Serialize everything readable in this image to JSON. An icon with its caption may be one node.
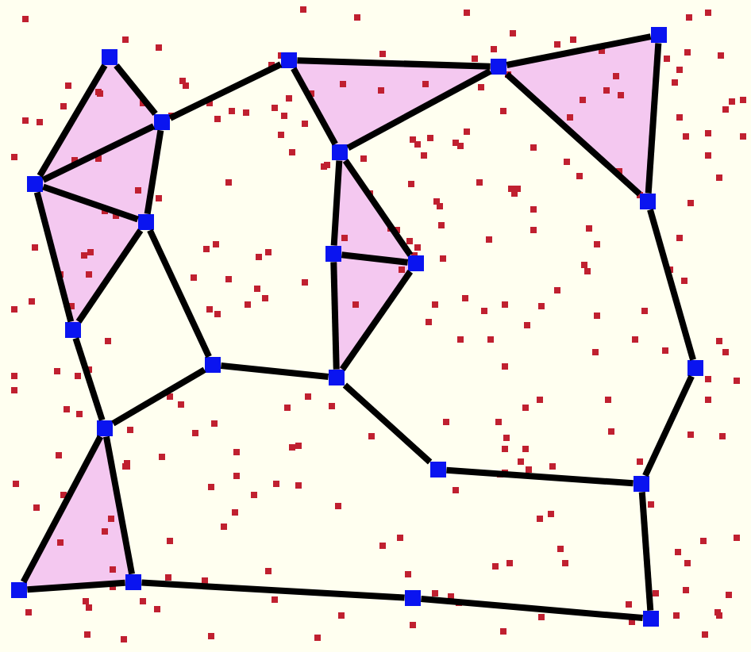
{
  "diagram": {
    "nodes": [
      {
        "text": [],
        "shape": "box"
      },
      {
        "text": [],
        "shape": "box"
      },
      {
        "text": [],
        "shape": "box"
      },
      {
        "text": [],
        "shape": "box"
      },
      {
        "text": [],
        "shape": "box"
      },
      {
        "text": [],
        "shape": "box"
      },
      {
        "text": [],
        "shape": "box"
      },
      {
        "text": [],
        "shape": "box"
      },
      {
        "text": [],
        "shape": "box"
      },
      {
        "text": [],
        "shape": "box"
      },
      {
        "text": [],
        "shape": "box"
      },
      {
        "text": [],
        "shape": "box"
      },
      {
        "text": [],
        "shape": "box"
      },
      {
        "text": [],
        "shape": "box"
      },
      {
        "text": [],
        "shape": "box"
      },
      {
        "text": [],
        "shape": "box"
      },
      {
        "text": [],
        "shape": "box"
      },
      {
        "text": [],
        "shape": "box"
      },
      {
        "text": [],
        "shape": "box"
      },
      {
        "text": [],
        "shape": "box"
      },
      {
        "text": [],
        "shape": "box"
      },
      {
        "text": [],
        "shape": "box"
      }
    ],
    "edges": [
      {
        "from": 0,
        "to": 1,
        "arrow": "none"
      },
      {
        "from": 0,
        "to": 2,
        "arrow": "none"
      },
      {
        "from": 1,
        "to": 2,
        "arrow": "none"
      },
      {
        "from": 2,
        "to": 3,
        "arrow": "none"
      },
      {
        "from": 1,
        "to": 3,
        "arrow": "none"
      },
      {
        "from": 2,
        "to": 4,
        "arrow": "none"
      },
      {
        "from": 3,
        "to": 4,
        "arrow": "none"
      },
      {
        "from": 4,
        "to": 5,
        "arrow": "none"
      },
      {
        "from": 5,
        "to": 6,
        "arrow": "none"
      },
      {
        "from": 5,
        "to": 7,
        "arrow": "none"
      },
      {
        "from": 6,
        "to": 7,
        "arrow": "none"
      },
      {
        "from": 7,
        "to": 21,
        "arrow": "none"
      },
      {
        "from": 21,
        "to": 20,
        "arrow": "none"
      },
      {
        "from": 20,
        "to": 18,
        "arrow": "none"
      },
      {
        "from": 18,
        "to": 17,
        "arrow": "none"
      },
      {
        "from": 17,
        "to": 16,
        "arrow": "none"
      },
      {
        "from": 16,
        "to": 10,
        "arrow": "none"
      },
      {
        "from": 10,
        "to": 9,
        "arrow": "none"
      },
      {
        "from": 9,
        "to": 8,
        "arrow": "none"
      },
      {
        "from": 8,
        "to": 1,
        "arrow": "none"
      },
      {
        "from": 8,
        "to": 11,
        "arrow": "none"
      },
      {
        "from": 9,
        "to": 11,
        "arrow": "none"
      },
      {
        "from": 9,
        "to": 16,
        "arrow": "none"
      },
      {
        "from": 11,
        "to": 12,
        "arrow": "none"
      },
      {
        "from": 11,
        "to": 13,
        "arrow": "none"
      },
      {
        "from": 12,
        "to": 13,
        "arrow": "none"
      },
      {
        "from": 12,
        "to": 14,
        "arrow": "none"
      },
      {
        "from": 13,
        "to": 14,
        "arrow": "none"
      },
      {
        "from": 14,
        "to": 15,
        "arrow": "none"
      },
      {
        "from": 15,
        "to": 3,
        "arrow": "none"
      },
      {
        "from": 15,
        "to": 5,
        "arrow": "none"
      },
      {
        "from": 14,
        "to": 19,
        "arrow": "none"
      },
      {
        "from": 19,
        "to": 18,
        "arrow": "none"
      }
    ]
  }
}
